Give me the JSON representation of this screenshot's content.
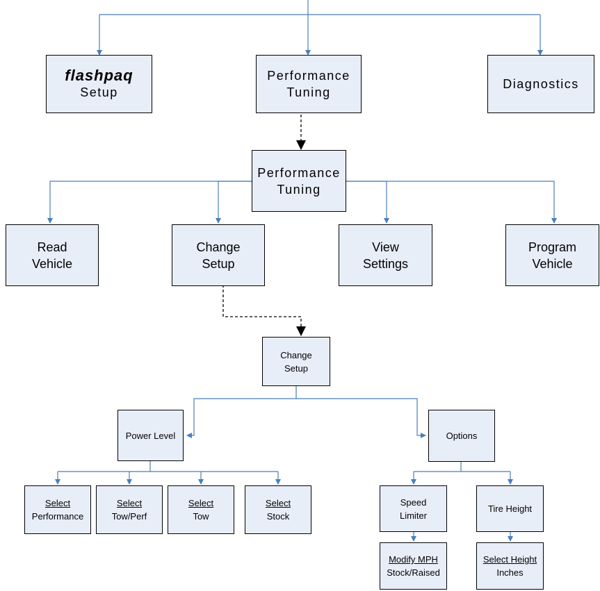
{
  "level1": {
    "setup": {
      "logo": "flashpaq",
      "label": "Setup"
    },
    "performance_tuning": {
      "line1": "Performance",
      "line2": "Tuning"
    },
    "diagnostics": {
      "label": "Diagnostics"
    }
  },
  "level2": {
    "performance_tuning": {
      "line1": "Performance",
      "line2": "Tuning"
    },
    "read_vehicle": {
      "line1": "Read",
      "line2": "Vehicle"
    },
    "change_setup": {
      "line1": "Change",
      "line2": "Setup"
    },
    "view_settings": {
      "line1": "View",
      "line2": "Settings"
    },
    "program_vehicle": {
      "line1": "Program",
      "line2": "Vehicle"
    }
  },
  "level3": {
    "change_setup": {
      "line1": "Change",
      "line2": "Setup"
    },
    "power_level": {
      "label": "Power Level"
    },
    "options": {
      "label": "Options"
    },
    "select_performance": {
      "action": "Select",
      "value": "Performance"
    },
    "select_tow_perf": {
      "action": "Select",
      "value": "Tow/Perf"
    },
    "select_tow": {
      "action": "Select",
      "value": "Tow"
    },
    "select_stock": {
      "action": "Select",
      "value": "Stock"
    },
    "speed_limiter": {
      "line1": "Speed",
      "line2": "Limiter"
    },
    "tire_height": {
      "label": "Tire Height"
    },
    "modify_mph": {
      "action": "Modify MPH",
      "value": "Stock/Raised"
    },
    "select_height": {
      "action": "Select Height",
      "value": "Inches"
    }
  },
  "colors": {
    "box_fill": "#e8eef8",
    "connector": "#4a7ebb",
    "dashed_arrow": "#000000"
  }
}
